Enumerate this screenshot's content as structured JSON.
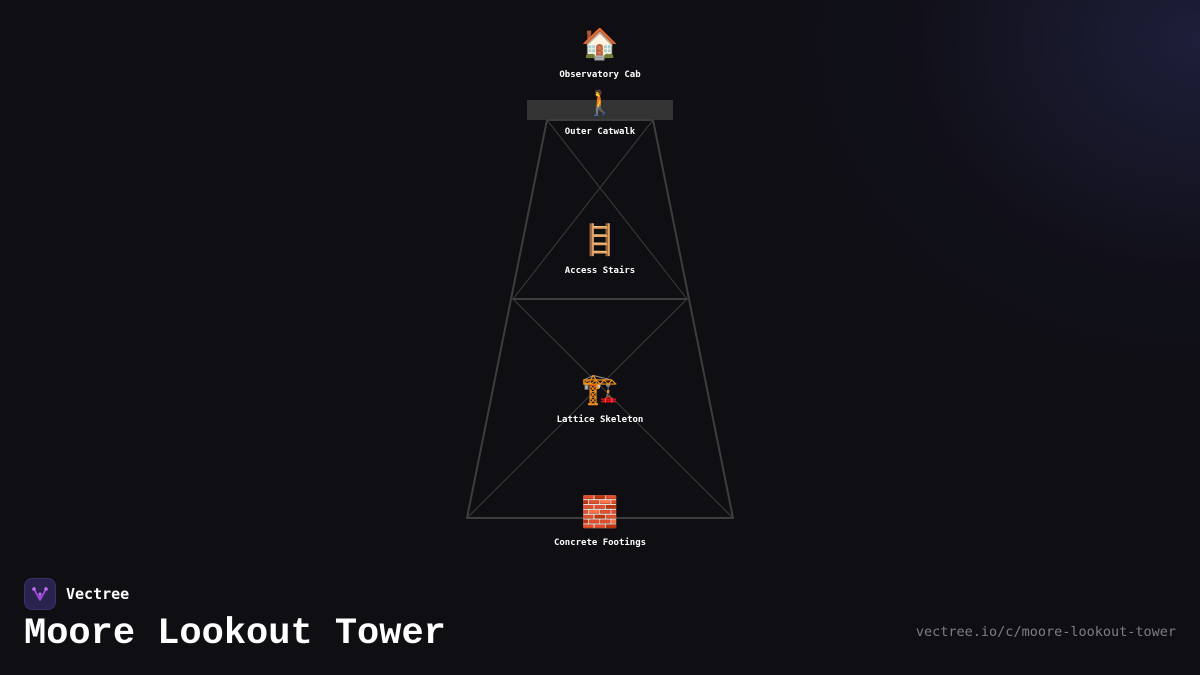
{
  "nodes": [
    {
      "id": "observatory-cab",
      "emoji": "🏠",
      "label": "Observatory Cab"
    },
    {
      "id": "outer-catwalk",
      "emoji": "🚶",
      "label": "Outer Catwalk"
    },
    {
      "id": "access-stairs",
      "emoji": "🪜",
      "label": "Access Stairs"
    },
    {
      "id": "lattice-skeleton",
      "emoji": "🏗️",
      "label": "Lattice Skeleton"
    },
    {
      "id": "concrete-footings",
      "emoji": "🧱",
      "label": "Concrete Footings"
    }
  ],
  "brand": {
    "name": "Vectree",
    "logo_icon": "vectree-logo-icon",
    "accent": "#a34bd8"
  },
  "title": "Moore Lookout Tower",
  "url": "vectree.io/c/moore-lookout-tower",
  "colors": {
    "background": "#0f0e13",
    "structure": "#3d3d3d",
    "catwalk": "#333333",
    "label": "#ffffff",
    "url": "#7d7d85"
  }
}
